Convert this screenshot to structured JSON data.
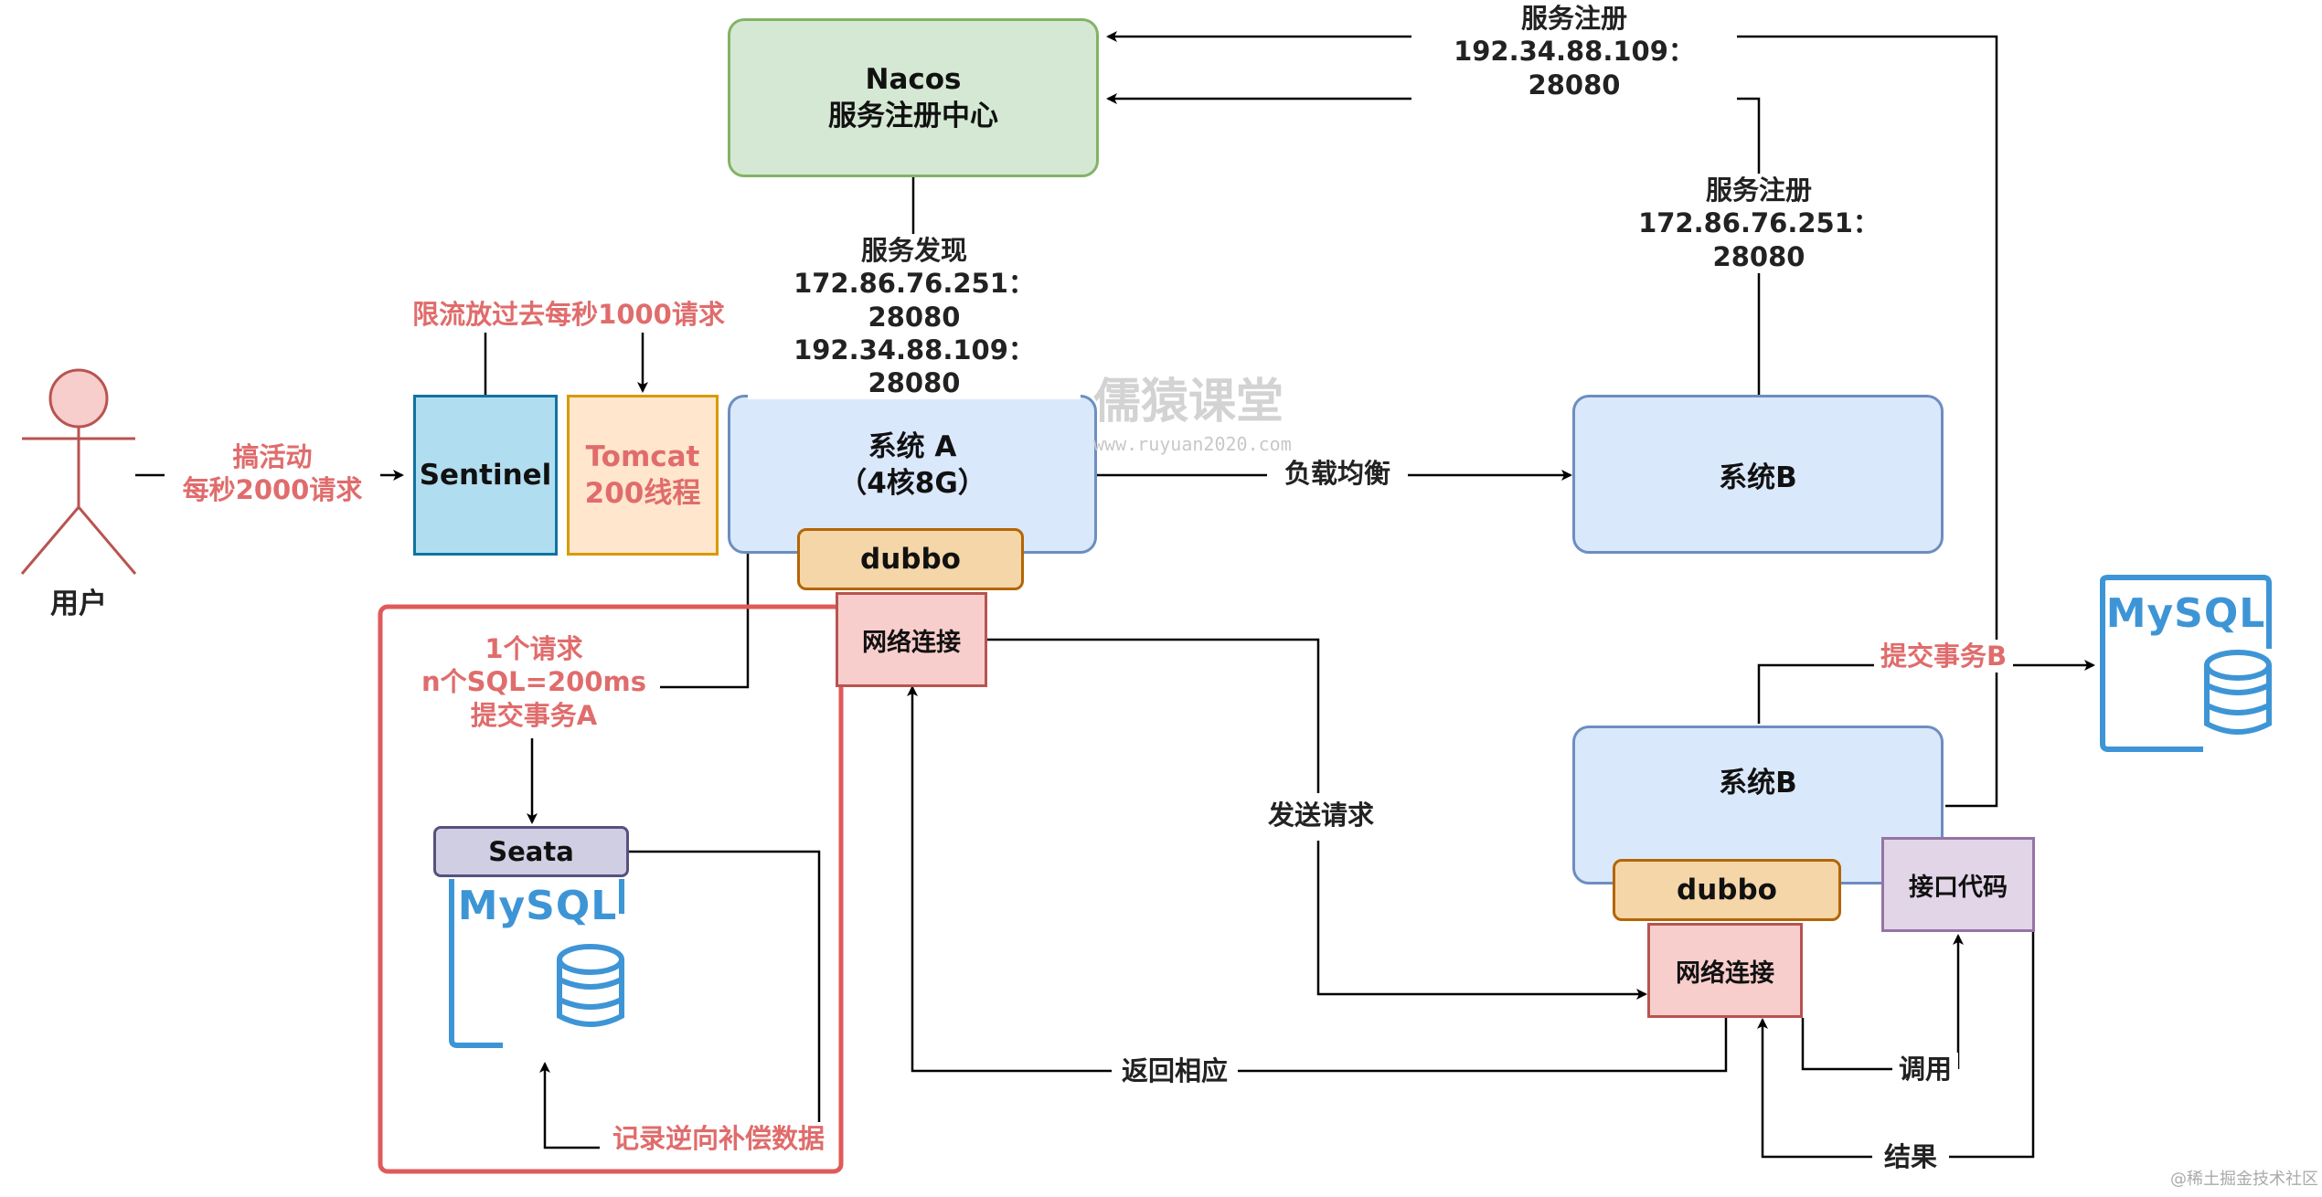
{
  "user": {
    "label": "用户"
  },
  "labels": {
    "activity": "搞活动\n每秒2000请求",
    "rate_limit": "限流放过去每秒1000请求",
    "discovery": "服务发现\n172.86.76.251：28080\n192.34.88.109：28080",
    "register_top": "服务注册\n192.34.88.109：28080",
    "register_right": "服务注册\n172.86.76.251：28080",
    "load_balance": "负载均衡",
    "request_note": "1个请求\nn个SQL=200ms\n提交事务A",
    "send_request": "发送请求",
    "return_response": "返回相应",
    "commit_b": "提交事务B",
    "invoke": "调用",
    "result": "结果",
    "compensation": "记录逆向补偿数据"
  },
  "nodes": {
    "nacos": "Nacos\n服务注册中心",
    "sentinel": "Sentinel",
    "tomcat": "Tomcat\n200线程",
    "system_a": "系统 A\n（4核8G）",
    "system_b_top": "系统B",
    "system_b_bottom": "系统B",
    "dubbo_a": "dubbo",
    "net_a": "网络连接",
    "dubbo_b": "dubbo",
    "net_b": "网络连接",
    "iface": "接口代码",
    "seata": "Seata",
    "mysql_left": "MySQL",
    "mysql_right": "MySQL"
  },
  "watermark": {
    "brand": "儒猿课堂",
    "url": "www.ruyuan2020.com",
    "corner": "@稀土掘金技术社区"
  },
  "colors": {
    "red_text": "#e06c6c",
    "mysql_blue": "#3e95d6",
    "nacos_fill": "#d5e8d4",
    "system_fill": "#dae8fc",
    "sentinel_fill": "#b1ddf0",
    "tomcat_fill": "#ffe6cc",
    "dubbo_fill": "#f5d6a8",
    "net_fill": "#f8cecc",
    "seata_fill": "#d0cee2",
    "iface_fill": "#e1d5e7"
  }
}
